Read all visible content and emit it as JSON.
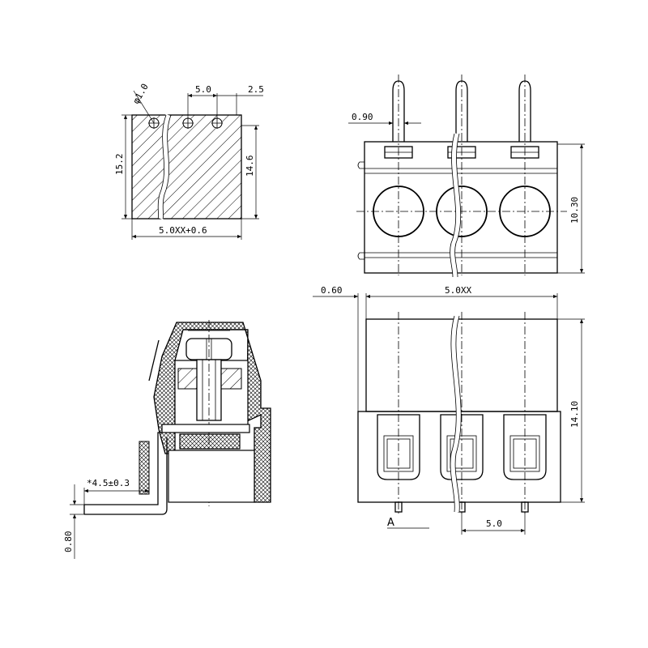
{
  "top_left_view": {
    "dim_pitch_top": "5.0",
    "dim_offset_top": "2.5",
    "dim_hole_diameter": "φ1.0",
    "dim_height_left": "15.2",
    "dim_height_right": "14.6",
    "dim_width_bottom": "5.0XX+0.6"
  },
  "top_right_view": {
    "dim_pin_width": "0.90",
    "dim_height_right": "10.30"
  },
  "bottom_left_view": {
    "dim_pin_length": "*4.5±0.3",
    "dim_pin_thickness": "0.80"
  },
  "bottom_right_view": {
    "dim_offset_left": "0.60",
    "dim_total_width": "5.0XX",
    "dim_height_right": "14.10",
    "dim_pitch_bottom": "5.0",
    "label_a": "A"
  }
}
